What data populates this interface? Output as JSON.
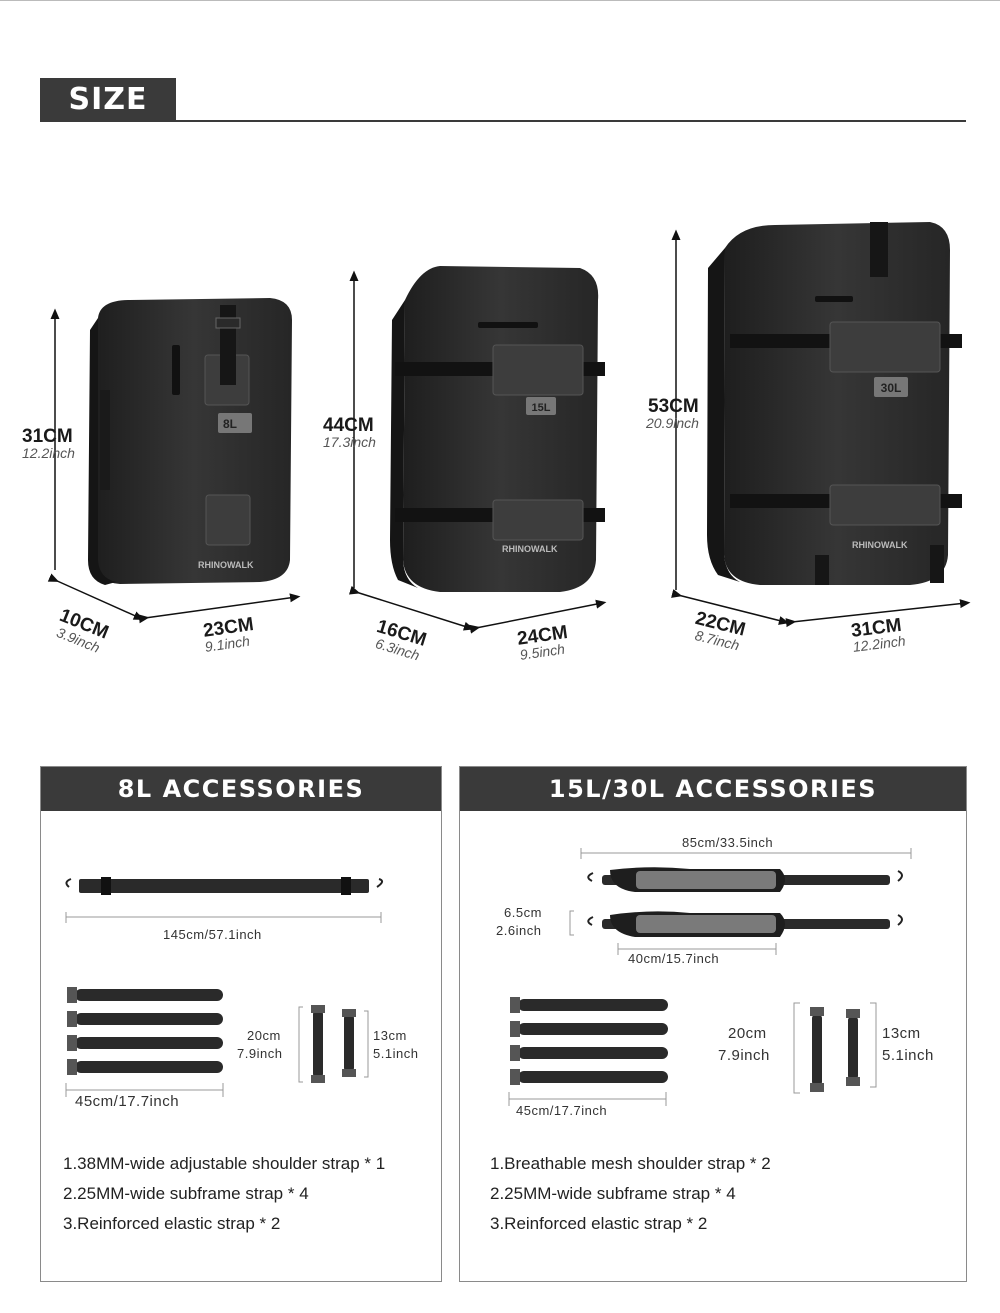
{
  "header": {
    "title": "SIZE"
  },
  "bags": [
    {
      "label": "8L",
      "brand": "RHINOWALK",
      "height": {
        "cm": "31CM",
        "inch": "12.2inch"
      },
      "depth": {
        "cm": "10CM",
        "inch": "3.9inch"
      },
      "width": {
        "cm": "23CM",
        "inch": "9.1inch"
      }
    },
    {
      "label": "15L",
      "brand": "RHINOWALK",
      "height": {
        "cm": "44CM",
        "inch": "17.3inch"
      },
      "depth": {
        "cm": "16CM",
        "inch": "6.3inch"
      },
      "width": {
        "cm": "24CM",
        "inch": "9.5inch"
      }
    },
    {
      "label": "30L",
      "brand": "RHINOWALK",
      "height": {
        "cm": "53CM",
        "inch": "20.9inch"
      },
      "depth": {
        "cm": "22CM",
        "inch": "8.7inch"
      },
      "width": {
        "cm": "31CM",
        "inch": "12.2inch"
      }
    }
  ],
  "acc8": {
    "title": "8L ACCESSORIES",
    "shoulder_len": "145cm/57.1inch",
    "subframe_len": "45cm/17.7inch",
    "elastic_cm": "20cm",
    "elastic_in": "7.9inch",
    "elastic2_cm": "13cm",
    "elastic2_in": "5.1inch",
    "items": [
      "1.38MM-wide adjustable shoulder strap * 1",
      "2.25MM-wide subframe strap * 4",
      "3.Reinforced elastic strap * 2"
    ]
  },
  "acc15": {
    "title": "15L/30L ACCESSORIES",
    "shoulder_len": "85cm/33.5inch",
    "pad_w_cm": "6.5cm",
    "pad_w_in": "2.6inch",
    "pad_len": "40cm/15.7inch",
    "subframe_len": "45cm/17.7inch",
    "elastic_cm": "20cm",
    "elastic_in": "7.9inch",
    "elastic2_cm": "13cm",
    "elastic2_in": "5.1inch",
    "items": [
      "1.Breathable mesh shoulder strap * 2",
      "2.25MM-wide subframe strap * 4",
      "3.Reinforced elastic strap * 2"
    ]
  },
  "colors": {
    "dark": "#3a3a3a",
    "bag": "#2b2b2b"
  }
}
